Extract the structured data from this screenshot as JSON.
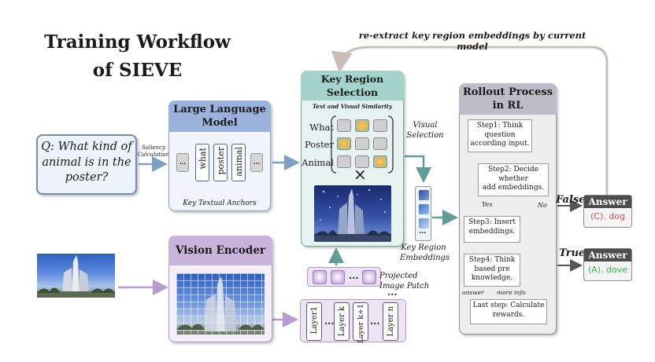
{
  "title": {
    "line1": "Training Workflow",
    "line2": "of SIEVE"
  },
  "question": "Q: What kind of animal is in the poster?",
  "saliency_label": {
    "line1": "Saliency",
    "line2": "Calculation"
  },
  "llm": {
    "title_line1": "Large Language",
    "title_line2": "Model",
    "tokens": [
      "...",
      "what",
      "poster",
      "animal",
      "..."
    ],
    "caption": "Key Textual Anchors"
  },
  "key_region": {
    "title_line1": "Key Region",
    "title_line2": "Selection",
    "subtitle": "Text and Visual Similarity",
    "rows": [
      "What",
      "Poster",
      "Animal"
    ],
    "times": "×"
  },
  "visual_selection": {
    "line1": "Visual",
    "line2": "Selection"
  },
  "key_region_embeddings": {
    "dots": "...",
    "line1": "Key Region",
    "line2": "Embeddings"
  },
  "rollout": {
    "title_line1": "Rollout Process",
    "title_line2": "in RL",
    "steps": [
      {
        "l1": "Step1: Think",
        "l2": "question",
        "l3": "according input."
      },
      {
        "l1": "Step2: Decide",
        "l2": "whether",
        "l3": "add embeddings."
      },
      {
        "l1": "Step3: Insert",
        "l2": "embeddings.",
        "l3": ""
      },
      {
        "l1": "Step4: Think",
        "l2": "based pre",
        "l3": "knowledge."
      },
      {
        "l1": "Last step: Calculate",
        "l2": "rewards.",
        "l3": ""
      }
    ],
    "yes": "Yes",
    "no": "No",
    "answer_label": "answer",
    "more_info_label": "more info"
  },
  "outcomes": {
    "false_label": "False",
    "true_label": "True",
    "answer_header": "Answer",
    "false_answer": "(C). dog",
    "true_answer": "(A). dove"
  },
  "reextract": "re-extract key region embeddings by current model",
  "vision_encoder": {
    "title": "Vision Encoder"
  },
  "projected": {
    "dots": "...",
    "line1": "Projected",
    "line2": "Image Patch"
  },
  "layers": {
    "labels": [
      "Layer1",
      "Layer k",
      "Layer k+1",
      "Layer n"
    ],
    "dots1": "...",
    "dots2": "...",
    "dots3": "..."
  },
  "colors": {
    "llm_header": "#9bb2dc",
    "krs_header": "#a3d3cc",
    "rollout_header": "#bfbcc9",
    "vision_header": "#c9b3da",
    "arrow_blue": "#7f9fc4",
    "arrow_teal": "#5f9e96",
    "arrow_purple": "#b79bd2",
    "arrow_feedback": "#c9bfb8",
    "false_answer": "#e04a4a",
    "true_answer": "#34b84a"
  }
}
